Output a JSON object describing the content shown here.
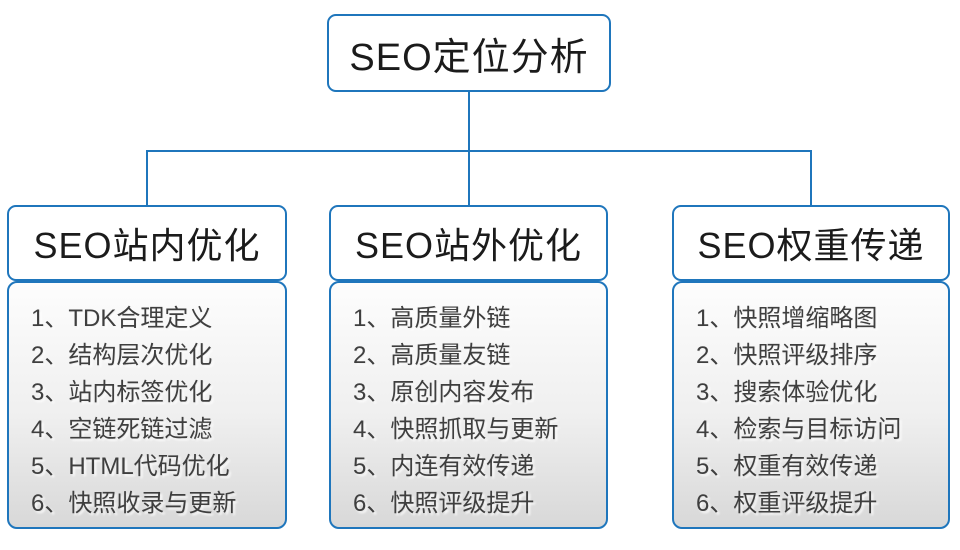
{
  "diagram": {
    "root": {
      "label": "SEO定位分析"
    },
    "branches": [
      {
        "title": "SEO站内优化",
        "items": [
          "1、TDK合理定义",
          "2、结构层次优化",
          "3、站内标签优化",
          "4、空链死链过滤",
          "5、HTML代码优化",
          "6、快照收录与更新"
        ]
      },
      {
        "title": "SEO站外优化",
        "items": [
          "1、高质量外链",
          "2、高质量友链",
          "3、原创内容发布",
          "4、快照抓取与更新",
          "5、内连有效传递",
          "6、快照评级提升"
        ]
      },
      {
        "title": "SEO权重传递",
        "items": [
          "1、快照增缩略图",
          "2、快照评级排序",
          "3、搜索体验优化",
          "4、检索与目标访问",
          "5、权重有效传递",
          "6、权重评级提升"
        ]
      }
    ],
    "colors": {
      "connector_line": "#1f76bc",
      "node_border": "#1f76bc",
      "node_background": "#ffffff",
      "list_background_top": "#fdfdfd",
      "list_background_bottom": "#d8d8d8",
      "title_text": "#1b1b1b",
      "list_text": "#3f3f3f"
    }
  }
}
